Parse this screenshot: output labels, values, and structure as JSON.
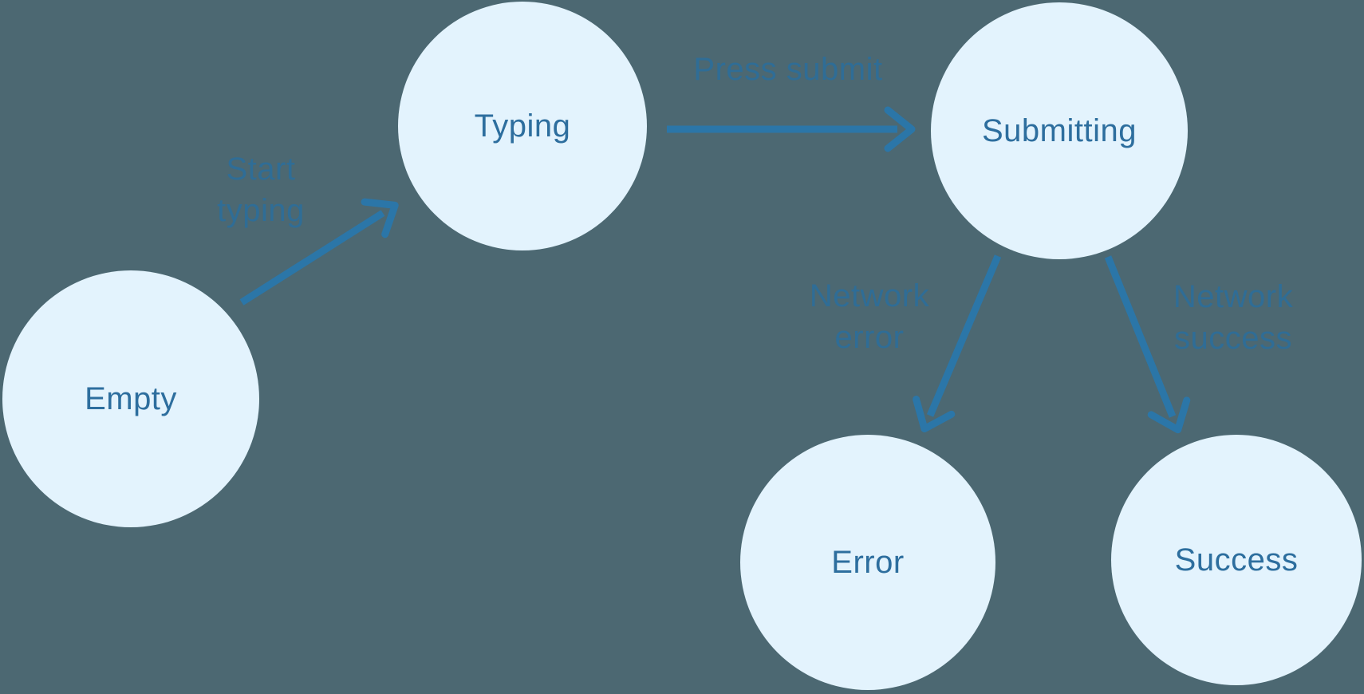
{
  "diagram": {
    "type": "state-machine",
    "nodes": [
      {
        "id": "empty",
        "label": "Empty"
      },
      {
        "id": "typing",
        "label": "Typing"
      },
      {
        "id": "submitting",
        "label": "Submitting"
      },
      {
        "id": "error",
        "label": "Error"
      },
      {
        "id": "success",
        "label": "Success"
      }
    ],
    "edges": [
      {
        "id": "start-typing",
        "from": "empty",
        "to": "typing",
        "label": "Start\ntyping"
      },
      {
        "id": "press-submit",
        "from": "typing",
        "to": "submitting",
        "label": "Press submit"
      },
      {
        "id": "network-error",
        "from": "submitting",
        "to": "error",
        "label": "Network\nerror"
      },
      {
        "id": "network-success",
        "from": "submitting",
        "to": "success",
        "label": "Network\nsuccess"
      }
    ],
    "colors": {
      "background": "#4C6872",
      "node_fill": "#E3F3FD",
      "node_text": "#2D6E9E",
      "arrow": "#2B76A8",
      "edge_label": "#2F6D96"
    }
  }
}
